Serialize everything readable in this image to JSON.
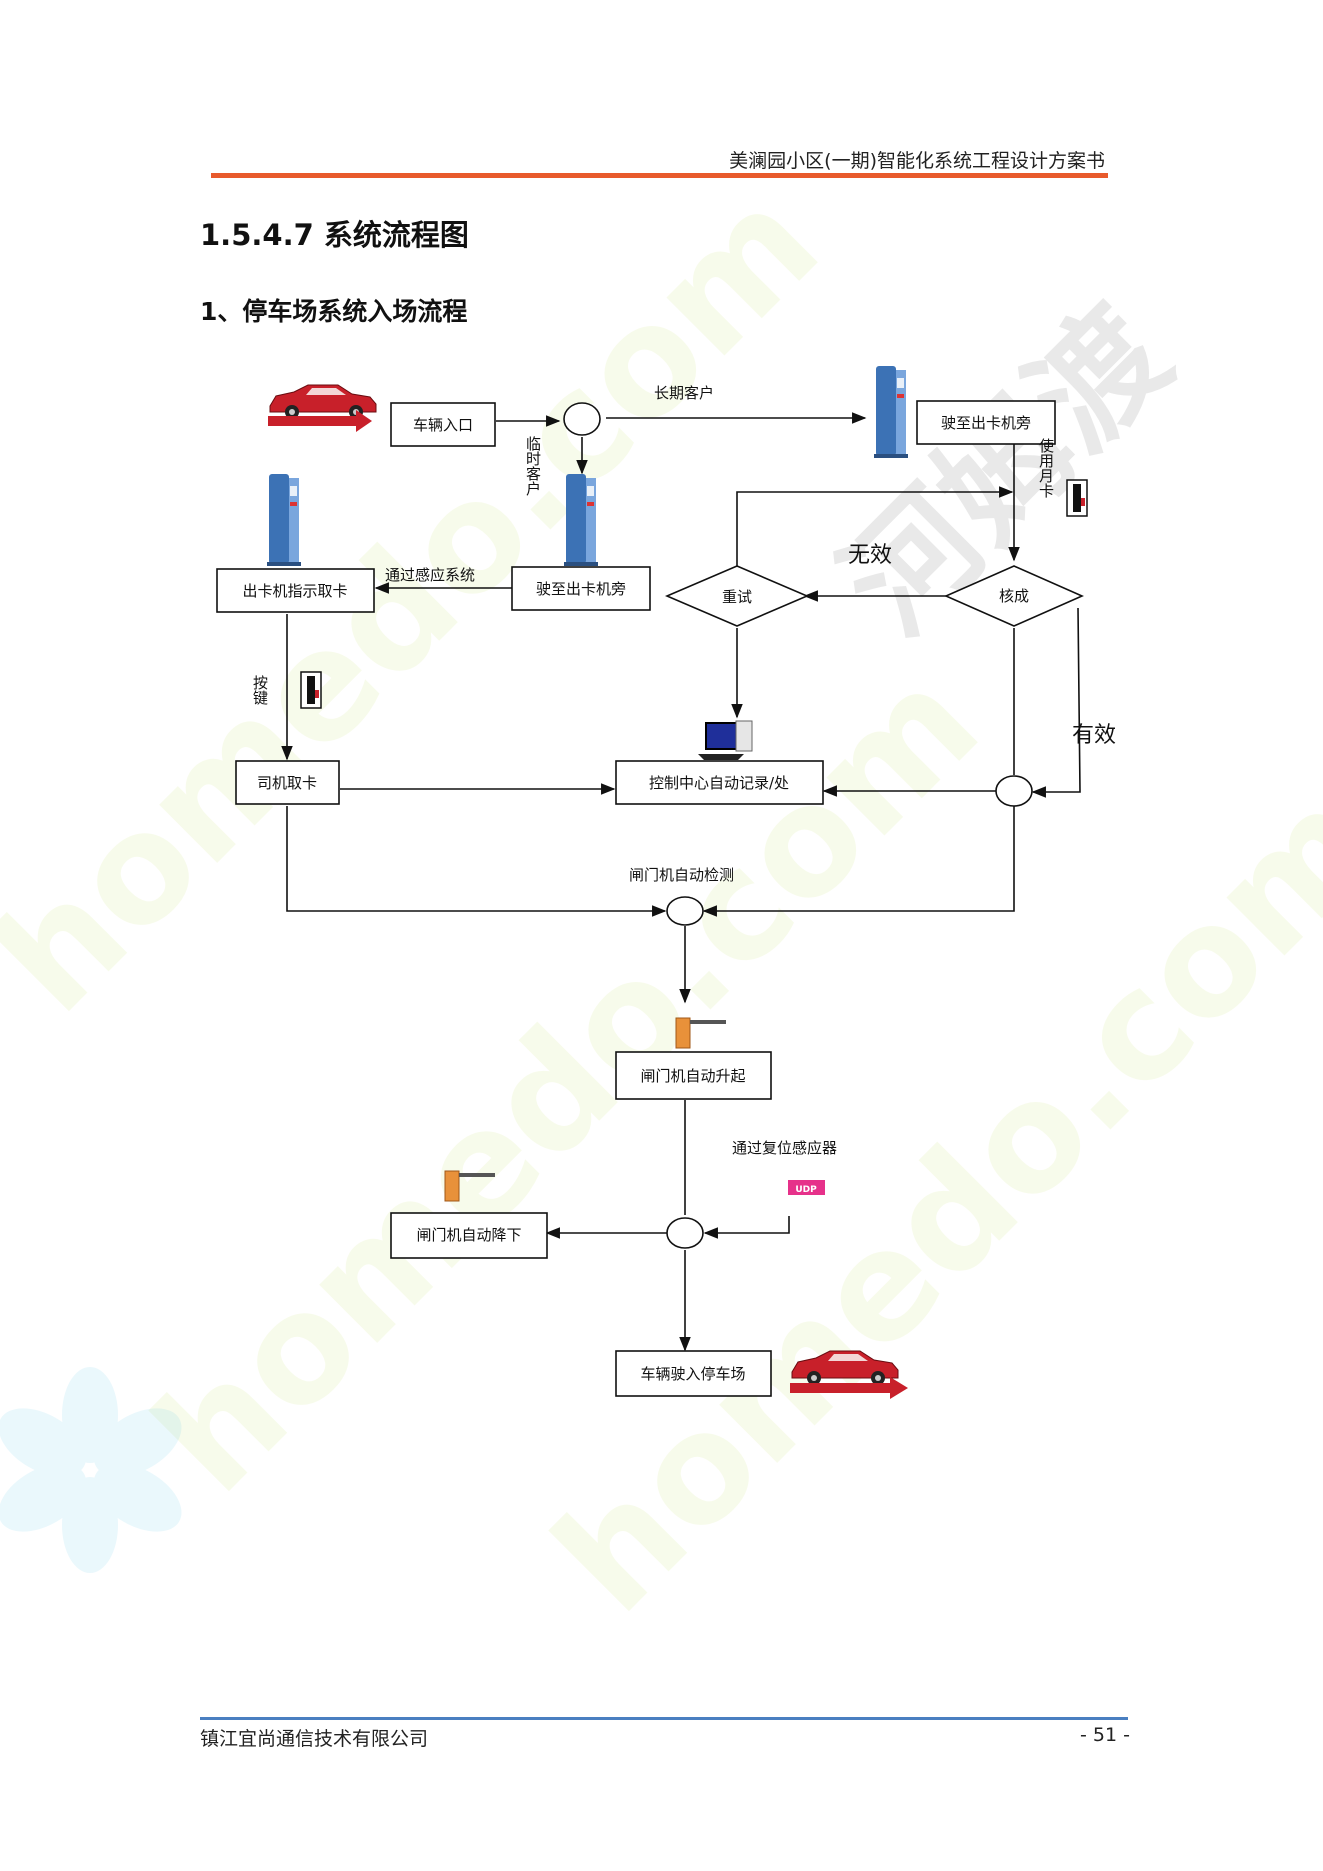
{
  "header": {
    "title": "美澜园小区(一期)智能化系统工程设计方案书"
  },
  "section": {
    "heading": "1.5.4.7 系统流程图",
    "subheading": "1、停车场系统入场流程"
  },
  "flowchart": {
    "nodes": {
      "vehicle_entry": "车辆入口",
      "go_to_machine_right": "驶至出卡机旁",
      "card_machine_prompt": "出卡机指示取卡",
      "go_to_machine_left": "驶至出卡机旁",
      "check_decision": "核成",
      "retry_decision": "重试",
      "driver_take_card": "司机取卡",
      "control_center": "控制中心自动记录/处",
      "barrier_raise": "闸门机自动升起",
      "barrier_lower": "闸门机自动降下",
      "enter_parking": "车辆驶入停车场"
    },
    "edges": {
      "long_term_customer": "长期客户",
      "temporary_customer": "临时客户",
      "use_monthly_card": "使用月卡",
      "invalid": "无效",
      "valid": "有效",
      "pass_sensor_system": "通过感应系统",
      "press_key": "按键",
      "barrier_auto_detect": "闸门机自动检测",
      "pass_reset_sensor": "通过复位感应器"
    },
    "icons": {
      "sensor_tag": "UDP"
    }
  },
  "footer": {
    "company": "镇江宜尚通信技术有限公司",
    "page": "- 51 -"
  },
  "colors": {
    "header_rule": "#e85a2c",
    "footer_rule": "#4a7fc1",
    "car": "#c8202a",
    "kiosk": "#3c72b5",
    "barrier": "#e8913a"
  }
}
